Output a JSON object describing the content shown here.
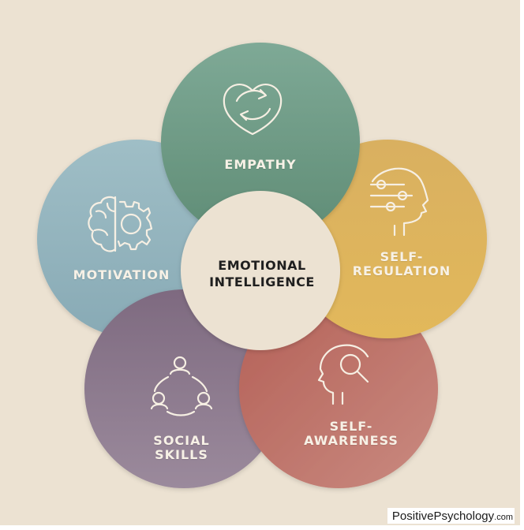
{
  "diagram": {
    "center": {
      "line1": "EMOTIONAL",
      "line2": "INTELLIGENCE"
    },
    "petals": [
      {
        "id": "empathy",
        "label": "EMPATHY",
        "color": "#6d9a82",
        "icon": "heart-arrows-icon"
      },
      {
        "id": "self-regulation",
        "label_line1": "SELF-",
        "label_line2": "REGULATION",
        "color": "#e0b458",
        "icon": "head-sliders-icon"
      },
      {
        "id": "self-awareness",
        "label_line1": "SELF-",
        "label_line2": "AWARENESS",
        "color": "#bf7066",
        "icon": "head-magnifier-icon"
      },
      {
        "id": "social-skills",
        "label_line1": "SOCIAL",
        "label_line2": "SKILLS",
        "color": "#8e7a8c",
        "icon": "people-circle-icon"
      },
      {
        "id": "motivation",
        "label": "MOTIVATION",
        "color": "#8fb2bd",
        "icon": "brain-gear-icon"
      }
    ],
    "center_color": "#ece2d2"
  },
  "watermark": {
    "brand": "PositivePsychology",
    "tld": ".com"
  }
}
